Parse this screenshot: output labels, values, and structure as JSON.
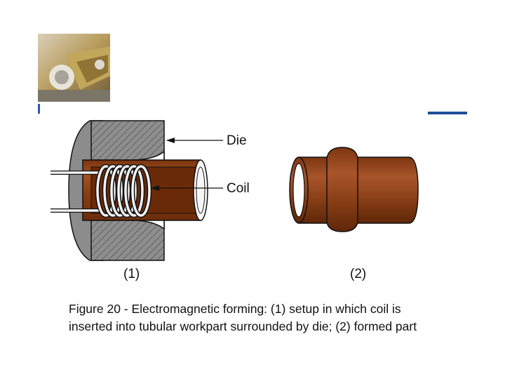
{
  "diagram": {
    "labels": {
      "die": "Die",
      "coil": "Coil",
      "setup": "(1)",
      "formed": "(2)"
    }
  },
  "caption": "Figure 20 - Electromagnetic forming: (1) setup in which coil is\ninserted into tubular workpart surrounded by die; (2) formed part",
  "colors": {
    "accent_rule": "#1f4e9a",
    "die_gray": "#8c8c8c",
    "tube_copper": "#8a3e12",
    "coil_white": "#f2f2f2"
  }
}
